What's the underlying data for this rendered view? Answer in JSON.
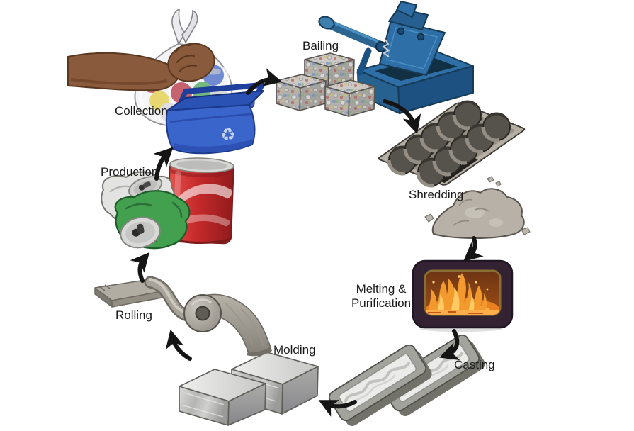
{
  "diagram": {
    "stages": [
      {
        "id": "collection",
        "label": "Collection"
      },
      {
        "id": "bailing",
        "label": "Bailing"
      },
      {
        "id": "shredding",
        "label": "Shredding"
      },
      {
        "id": "melting-purification",
        "label": "Melting &\nPurification"
      },
      {
        "id": "casting",
        "label": "Casting"
      },
      {
        "id": "molding",
        "label": "Molding"
      },
      {
        "id": "rolling",
        "label": "Rolling"
      },
      {
        "id": "production",
        "label": "Production"
      }
    ],
    "flow_order": [
      "Collection",
      "Bailing",
      "Shredding",
      "Melting & Purification",
      "Casting",
      "Molding",
      "Rolling",
      "Production",
      "Collection"
    ],
    "icons": {
      "recycle_symbol": "♻"
    },
    "colors": {
      "background": "#ffffff",
      "arrow": "#151515",
      "label_text": "#1a1a1a",
      "bin_blue": "#3a66cc",
      "baler_blue": "#2f6fa7",
      "furnace_frame": "#332231",
      "fire_orange": "#f29a2e",
      "fire_highlight": "#ffc964",
      "metal_gray": "#a8a399",
      "can_red": "#c0272a",
      "can_green": "#43a04f",
      "bale_gray": "#b4b1ad"
    }
  }
}
